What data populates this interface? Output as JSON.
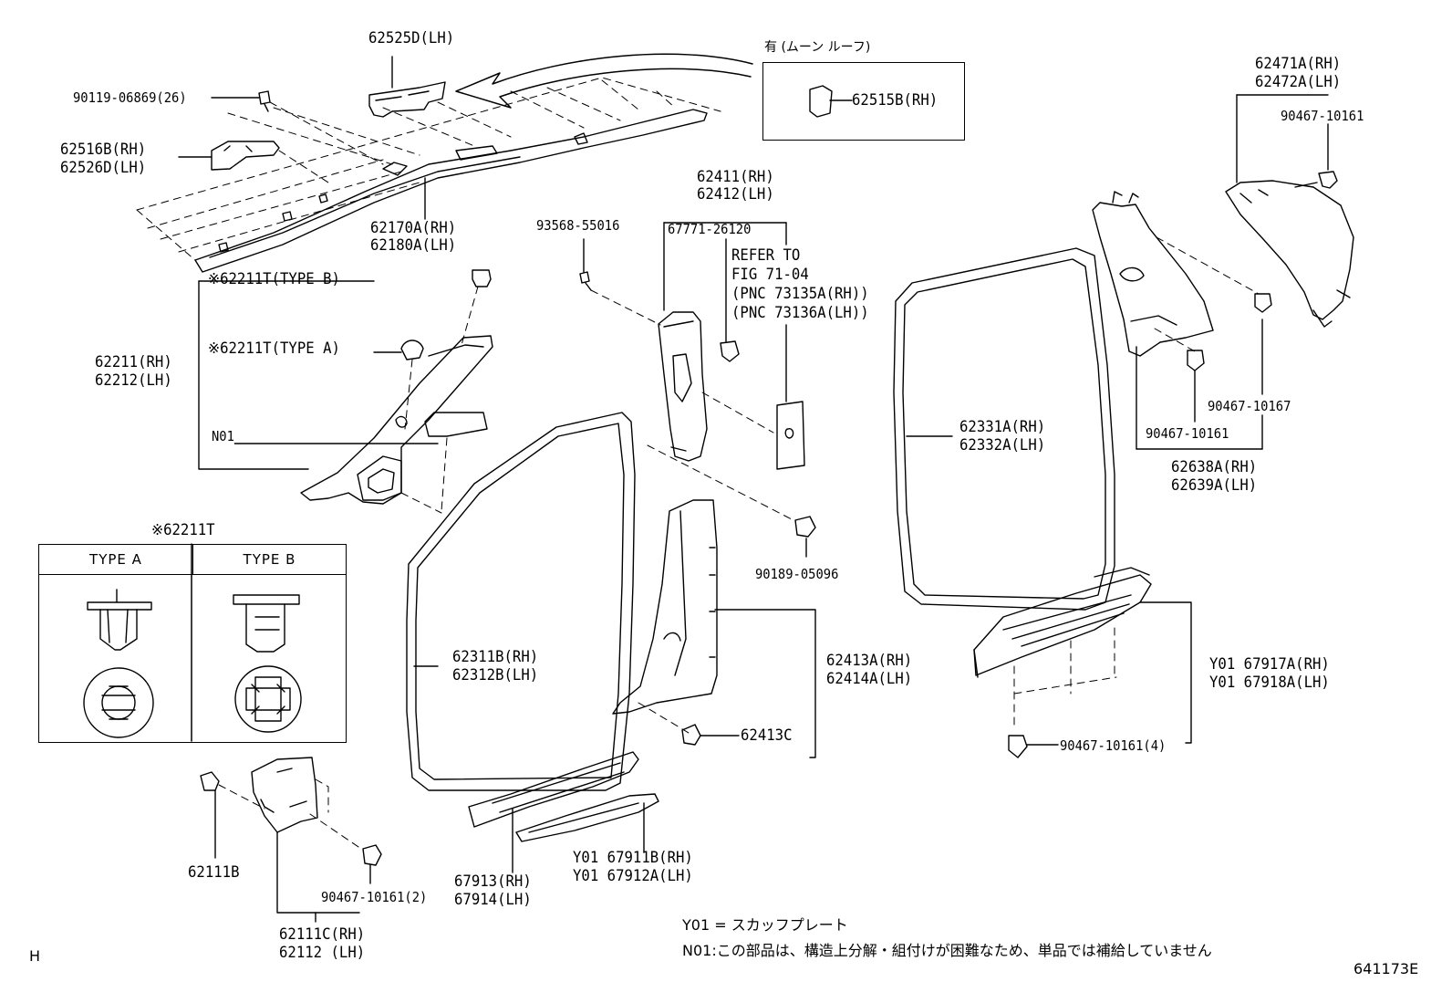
{
  "labels": {
    "p62525D": "62525D(LH)",
    "p90119": "90119-06869(26)",
    "p62516B": "62516B(RH)",
    "p62526D": "62526D(LH)",
    "p62170A": "62170A(RH)",
    "p62180A": "62180A(LH)",
    "moon_roof_heading": "有 (ムーン ルーフ)",
    "p62515B": "62515B(RH)",
    "p62471A": "62471A(RH)",
    "p62472A": "62472A(LH)",
    "p90467_top": "90467-10161",
    "p62411": "62411(RH)",
    "p62412": "62412(LH)",
    "p93568": "93568-55016",
    "p67771": "67771-26120",
    "refer1": "REFER TO",
    "refer2": "FIG 71-04",
    "refer3": "(PNC 73135A(RH))",
    "refer4": "(PNC 73136A(LH))",
    "p62211T_B": "※62211T(TYPE B)",
    "p62211T_A": "※62211T(TYPE A)",
    "p62211": "62211(RH)",
    "p62212": "62212(LH)",
    "n01_tag": "N01",
    "p62331A": "62331A(RH)",
    "p62332A": "62332A(LH)",
    "p90467_10167": "90467-10167",
    "p90467_mid": "90467-10161",
    "p62638A": "62638A(RH)",
    "p62639A": "62639A(LH)",
    "p62211T_box": "※62211T",
    "type_a": "TYPE A",
    "type_b": "TYPE B",
    "p90189": "90189-05096",
    "p62311B": "62311B(RH)",
    "p62312B": "62312B(LH)",
    "p62413A": "62413A(RH)",
    "p62414A": "62414A(LH)",
    "p62413C": "62413C",
    "p67917A": "Y01 67917A(RH)",
    "p67918A": "Y01 67918A(LH)",
    "p90467_4": "90467-10161(4)",
    "p62111B": "62111B",
    "p90467_2": "90467-10161(2)",
    "p62111C": "62111C(RH)",
    "p62112": "62112 (LH)",
    "p67913": "67913(RH)",
    "p67914": "67914(LH)",
    "p67911B": "Y01 67911B(RH)",
    "p67912A": "Y01 67912A(LH)",
    "legend_y01": "Y01 = スカッフプレート",
    "legend_n01": "N01:この部品は、構造上分解・組付けが困難なため、単品では補給していません",
    "corner_h": "H",
    "figure_code": "641173E"
  }
}
